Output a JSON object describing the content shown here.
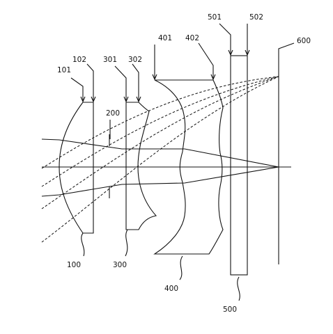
{
  "labels": {
    "l101": "101",
    "l102": "102",
    "l301": "301",
    "l302": "302",
    "l401": "401",
    "l402": "402",
    "l501": "501",
    "l502": "502",
    "l600": "600",
    "l200": "200",
    "l100": "100",
    "l300": "300",
    "l400": "400",
    "l500": "500"
  }
}
